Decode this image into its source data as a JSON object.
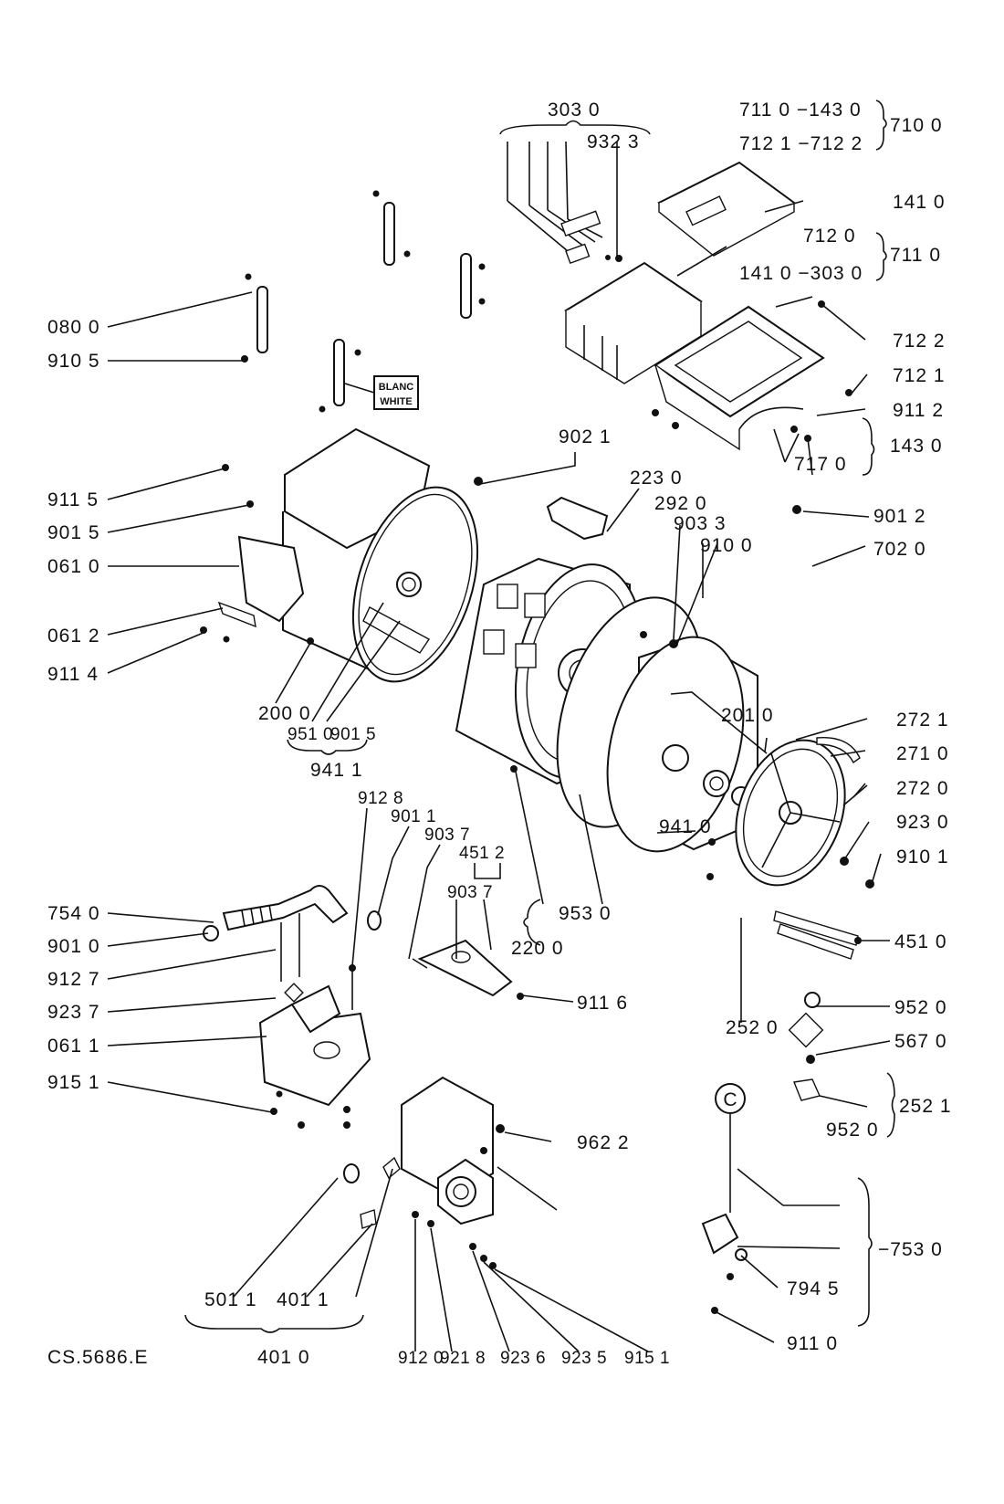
{
  "drawing_code": "CS.5686.E",
  "tag_blanc": "BLANC",
  "tag_white": "WHITE",
  "circle_mark": "C",
  "labels": {
    "l3030": "303 0",
    "l9323": "932 3",
    "l7110a": "711 0 −143 0",
    "l7121": "712 1 −712 2",
    "l7100": "710 0",
    "l1410": "141 0",
    "l7120": "712 0",
    "l7110": "711 0",
    "l1410b": "141 0 −303 0",
    "l7122": "712 2",
    "l7121b": "712 1",
    "l9112": "911 2",
    "l1430": "143 0",
    "l7170": "717 0",
    "l0800": "080 0",
    "l9105": "910 5",
    "l9021": "902 1",
    "l2230": "223 0",
    "l2920": "292 0",
    "l9033": "903 3",
    "l9100": "910 0",
    "l9012": "901 2",
    "l7020": "702 0",
    "l9115": "911 5",
    "l9015": "901 5",
    "l0610": "061 0",
    "l0612": "061 2",
    "l9114": "911 4",
    "l2000": "200 0",
    "l9510": "951 0",
    "l9015b": "901 5",
    "l9411": "941 1",
    "l2010": "201 0",
    "l2721": "272 1",
    "l2710": "271 0",
    "l2720": "272 0",
    "l9230": "923 0",
    "l9101": "910 1",
    "l9410": "941 0",
    "l9128": "912 8",
    "l9011": "901 1",
    "l9037": "903 7",
    "l4512": "451 2",
    "l9037b": "903 7",
    "l9530": "953 0",
    "l2200": "220 0",
    "l7540": "754 0",
    "l9010": "901 0",
    "l9127": "912 7",
    "l9237": "923 7",
    "l0611": "061 1",
    "l9151": "915 1",
    "l9116": "911 6",
    "l4510": "451 0",
    "l2520": "252 0",
    "l9520": "952 0",
    "l5670": "567 0",
    "l2521": "252 1",
    "l9520b": "952 0",
    "l9622": "962 2",
    "l7530": "−753 0",
    "l7945": "794 5",
    "l9110": "911 0",
    "l5011": "501 1",
    "l4011": "401 1",
    "l4010": "401 0",
    "l9120": "912 0",
    "l9218": "921 8",
    "l9236": "923 6",
    "l9235": "923 5",
    "l9151b": "915 1"
  }
}
